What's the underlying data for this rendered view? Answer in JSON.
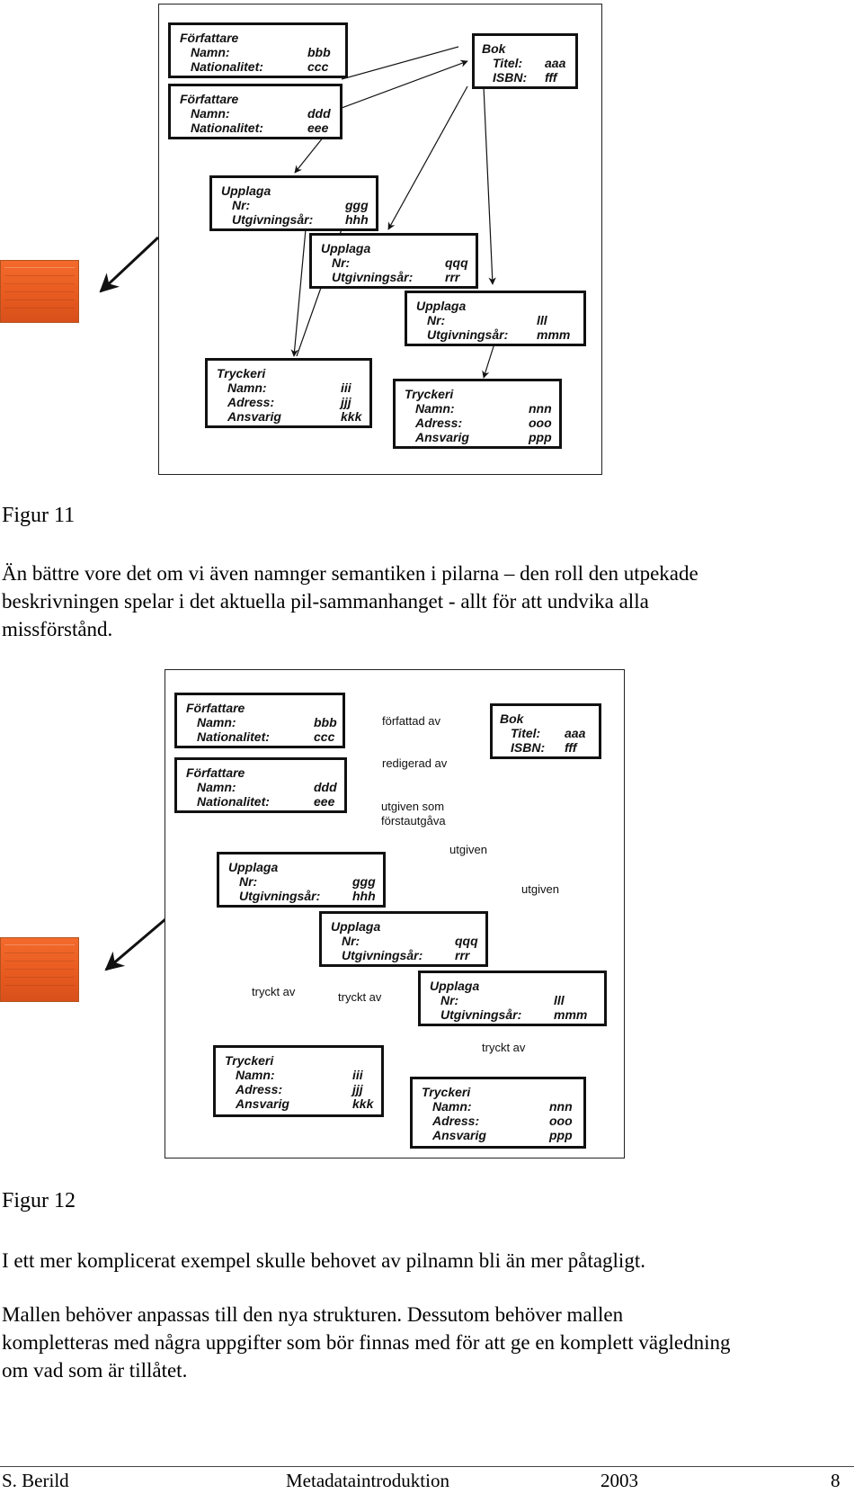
{
  "figure11": {
    "caption": "Figur 11",
    "forfattare1": {
      "title": "Författare",
      "rows": [
        {
          "k": "Namn:",
          "v": "bbb"
        },
        {
          "k": "Nationalitet:",
          "v": "ccc"
        }
      ]
    },
    "forfattare2": {
      "title": "Författare",
      "rows": [
        {
          "k": "Namn:",
          "v": "ddd"
        },
        {
          "k": "Nationalitet:",
          "v": "eee"
        }
      ]
    },
    "bok": {
      "title": "Bok",
      "rows": [
        {
          "k": "Titel:",
          "v": "aaa"
        },
        {
          "k": "ISBN:",
          "v": "fff"
        }
      ]
    },
    "upplaga1": {
      "title": "Upplaga",
      "rows": [
        {
          "k": "Nr:",
          "v": "ggg"
        },
        {
          "k": "Utgivningsår:",
          "v": "hhh"
        }
      ]
    },
    "upplaga2": {
      "title": "Upplaga",
      "rows": [
        {
          "k": "Nr:",
          "v": "qqq"
        },
        {
          "k": "Utgivningsår:",
          "v": "rrr"
        }
      ]
    },
    "upplaga3": {
      "title": "Upplaga",
      "rows": [
        {
          "k": "Nr:",
          "v": "lll"
        },
        {
          "k": "Utgivningsår:",
          "v": "mmm"
        }
      ]
    },
    "tryckeri1": {
      "title": "Tryckeri",
      "rows": [
        {
          "k": "Namn:",
          "v": "iii"
        },
        {
          "k": "Adress:",
          "v": "jjj"
        },
        {
          "k": "Ansvarig",
          "v": "kkk"
        }
      ]
    },
    "tryckeri2": {
      "title": "Tryckeri",
      "rows": [
        {
          "k": "Namn:",
          "v": "nnn"
        },
        {
          "k": "Adress:",
          "v": "ooo"
        },
        {
          "k": "Ansvarig",
          "v": "ppp"
        }
      ]
    }
  },
  "paragraph1": [
    "Än bättre vore det om vi även namnger semantiken i pilarna – den roll den utpekade",
    "beskrivningen spelar i det aktuella pil-sammanhanget - allt för att undvika alla",
    "missförstånd."
  ],
  "figure12": {
    "caption": "Figur 12",
    "forfattare1": {
      "title": "Författare",
      "rows": [
        {
          "k": "Namn:",
          "v": "bbb"
        },
        {
          "k": "Nationalitet:",
          "v": "ccc"
        }
      ]
    },
    "forfattare2": {
      "title": "Författare",
      "rows": [
        {
          "k": "Namn:",
          "v": "ddd"
        },
        {
          "k": "Nationalitet:",
          "v": "eee"
        }
      ]
    },
    "bok": {
      "title": "Bok",
      "rows": [
        {
          "k": "Titel:",
          "v": "aaa"
        },
        {
          "k": "ISBN:",
          "v": "fff"
        }
      ]
    },
    "upplaga1": {
      "title": "Upplaga",
      "rows": [
        {
          "k": "Nr:",
          "v": "ggg"
        },
        {
          "k": "Utgivningsår:",
          "v": "hhh"
        }
      ]
    },
    "upplaga2": {
      "title": "Upplaga",
      "rows": [
        {
          "k": "Nr:",
          "v": "qqq"
        },
        {
          "k": "Utgivningsår:",
          "v": "rrr"
        }
      ]
    },
    "upplaga3": {
      "title": "Upplaga",
      "rows": [
        {
          "k": "Nr:",
          "v": "lll"
        },
        {
          "k": "Utgivningsår:",
          "v": "mmm"
        }
      ]
    },
    "tryckeri1": {
      "title": "Tryckeri",
      "rows": [
        {
          "k": "Namn:",
          "v": "iii"
        },
        {
          "k": "Adress:",
          "v": "jjj"
        },
        {
          "k": "Ansvarig",
          "v": "kkk"
        }
      ]
    },
    "tryckeri2": {
      "title": "Tryckeri",
      "rows": [
        {
          "k": "Namn:",
          "v": "nnn"
        },
        {
          "k": "Adress:",
          "v": "ooo"
        },
        {
          "k": "Ansvarig",
          "v": "ppp"
        }
      ]
    },
    "arrow_labels": {
      "forfattad_av": "författad av",
      "redigerad_av": "redigerad av",
      "utgiven_som_1": "utgiven som",
      "utgiven_som_2": "förstautgåva",
      "utgiven_a": "utgiven",
      "utgiven_b": "utgiven",
      "tryckt_av_1": "tryckt av",
      "tryckt_av_2": "tryckt av",
      "tryckt_av_3": "tryckt av"
    }
  },
  "paragraph2": "I ett mer komplicerat exempel skulle behovet av pilnamn bli än mer påtagligt.",
  "paragraph3": [
    "Mallen behöver anpassas till den nya strukturen. Dessutom behöver mallen",
    "kompletteras med några uppgifter som bör finnas med för att ge en komplett vägledning",
    "om vad som är tillåtet."
  ],
  "footer": {
    "author": "S. Berild",
    "title": "Metadataintroduktion",
    "year": "2003",
    "page": "8"
  }
}
